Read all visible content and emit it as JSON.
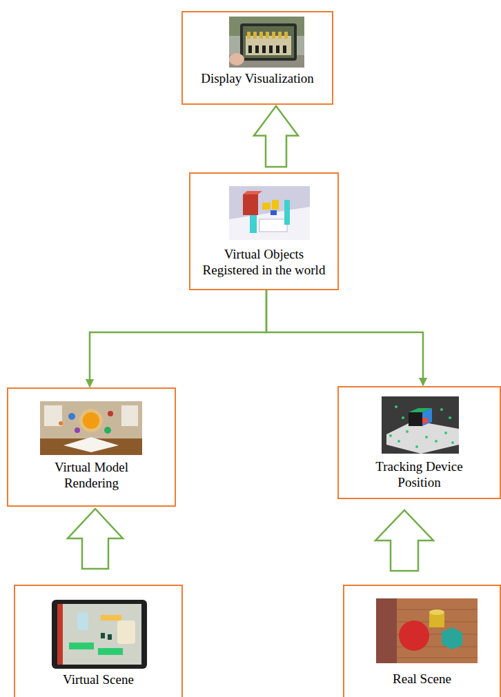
{
  "diagram": {
    "nodes": [
      {
        "text": [
          "Display Visualization"
        ]
      },
      {
        "text": [
          "Virtual Objects Registered in the world"
        ]
      },
      {
        "text": [
          "Virtual Model Rendering"
        ]
      },
      {
        "text": [
          "Tracking Device Position"
        ]
      },
      {
        "text": [
          "Virtual Scene"
        ]
      },
      {
        "text": [
          "Real Scene"
        ]
      }
    ],
    "edges": [
      {
        "from": 1,
        "to": 0,
        "arrow": "to"
      },
      {
        "from": 1,
        "to": 2,
        "arrow": "to"
      },
      {
        "from": 1,
        "to": 3,
        "arrow": "to"
      },
      {
        "from": 4,
        "to": 2,
        "arrow": "to"
      },
      {
        "from": 5,
        "to": 3,
        "arrow": "to"
      }
    ]
  }
}
